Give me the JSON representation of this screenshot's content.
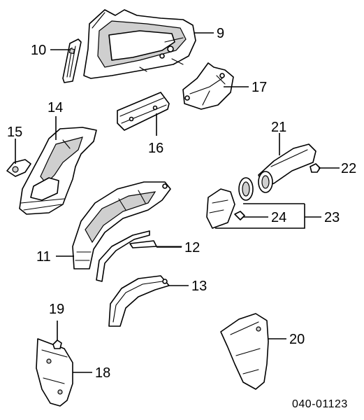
{
  "callouts": {
    "p9": "9",
    "p10": "10",
    "p11": "11",
    "p12": "12",
    "p13": "13",
    "p14": "14",
    "p15": "15",
    "p16": "16",
    "p17": "17",
    "p18": "18",
    "p19": "19",
    "p20": "20",
    "p21": "21",
    "p22": "22",
    "p23": "23",
    "p24": "24"
  },
  "diagram_code": "040-01123"
}
